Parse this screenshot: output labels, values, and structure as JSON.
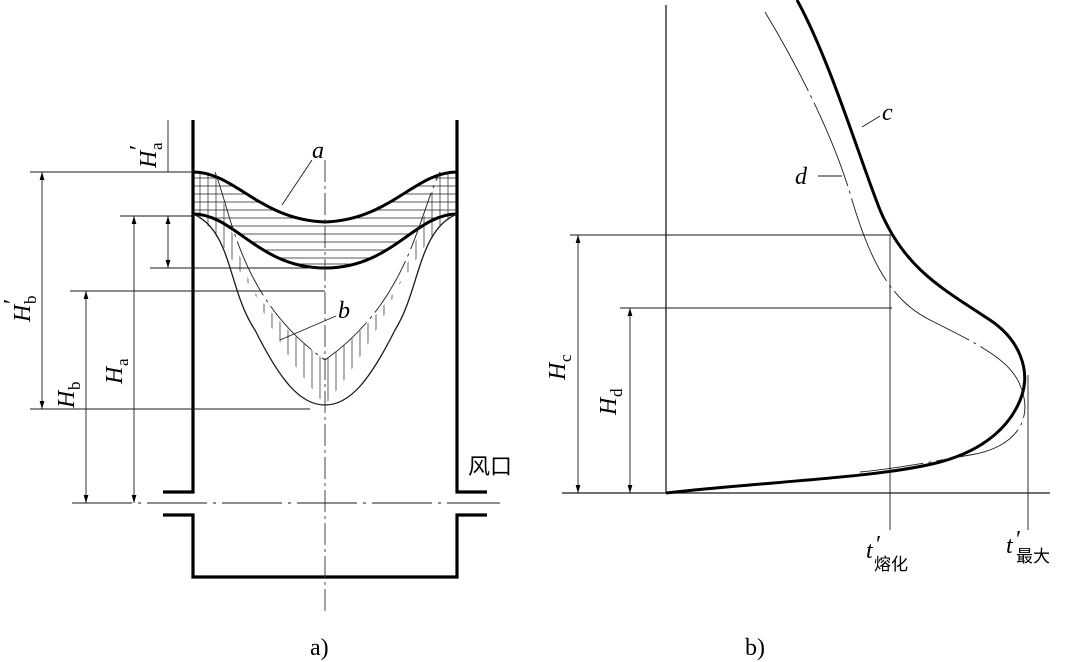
{
  "panel_a": {
    "caption": "a)",
    "curve_a_label": "a",
    "curve_b_label": "b",
    "tuyere_label": "风口",
    "dim_Ha_prime": {
      "main": "H",
      "sub": "a",
      "prime": "′"
    },
    "dim_Hb_prime": {
      "main": "H",
      "sub": "b",
      "prime": "′"
    },
    "dim_Hb": {
      "main": "H",
      "sub": "b"
    },
    "dim_Ha": {
      "main": "H",
      "sub": "a"
    }
  },
  "panel_b": {
    "caption": "b)",
    "curve_c_label": "c",
    "curve_d_label": "d",
    "dim_Hc": {
      "main": "H",
      "sub": "c"
    },
    "dim_Hd": {
      "main": "H",
      "sub": "d"
    },
    "t_melt": {
      "main": "t",
      "prime": "′",
      "sub": "熔化"
    },
    "t_max": {
      "main": "t",
      "prime": "′",
      "sub": "最大"
    }
  }
}
